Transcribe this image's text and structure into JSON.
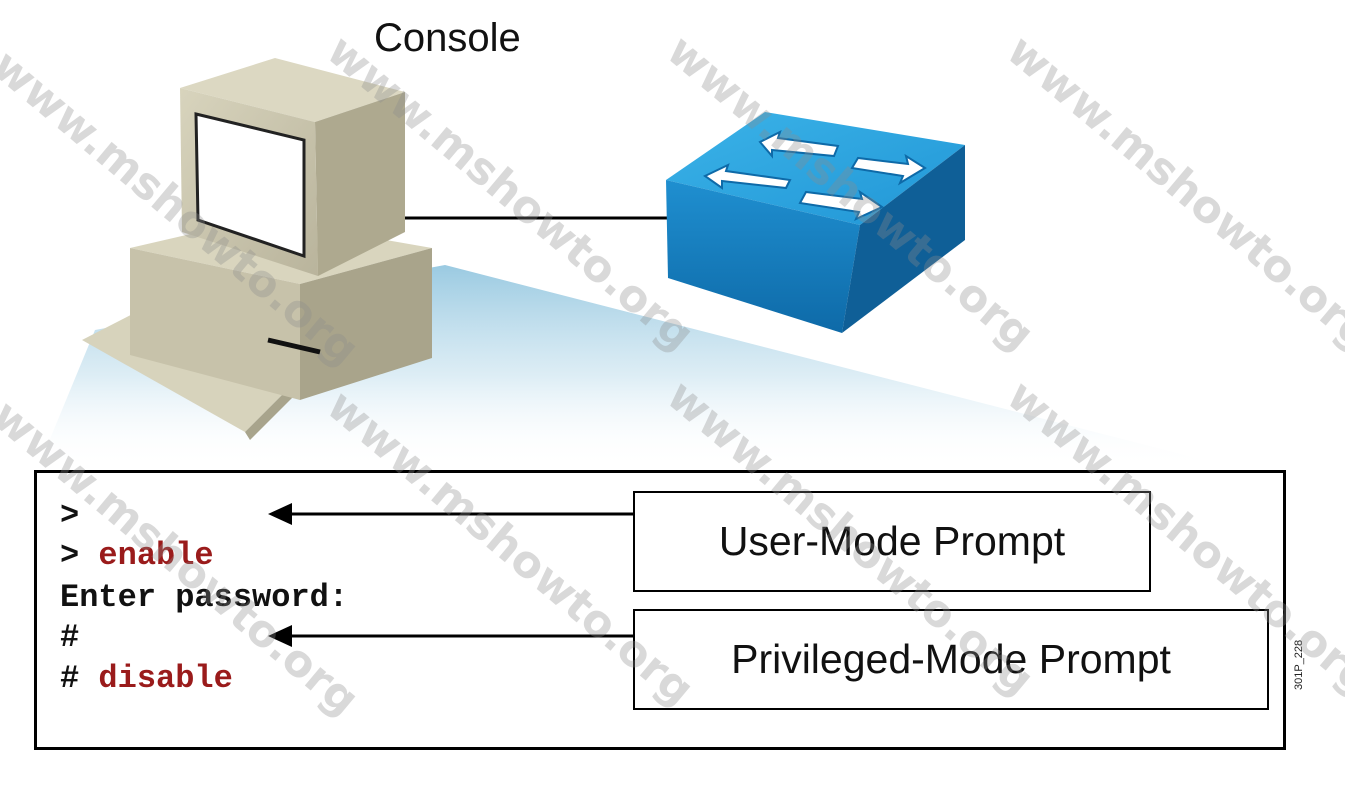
{
  "diagram": {
    "console_label": "Console",
    "terminal": {
      "lines": [
        {
          "prompt": ">",
          "command": ""
        },
        {
          "prompt": "> ",
          "command": "enable"
        },
        {
          "prompt": "Enter password:",
          "command": ""
        },
        {
          "prompt": "#",
          "command": ""
        },
        {
          "prompt": "# ",
          "command": "disable"
        }
      ]
    },
    "annotations": {
      "user_mode": "User-Mode Prompt",
      "privileged_mode": "Privileged-Mode Prompt"
    },
    "figure_code": "301P_228",
    "watermark_text": "www.mshowto.org",
    "colors": {
      "command": "#9a1b1b",
      "switch_top": "#2aa3dd",
      "switch_side": "#1479b8",
      "computer_body": "#cfcbb4",
      "fan_gradient": "#a9d3e6"
    },
    "icons": [
      "computer-icon",
      "switch-icon"
    ]
  }
}
